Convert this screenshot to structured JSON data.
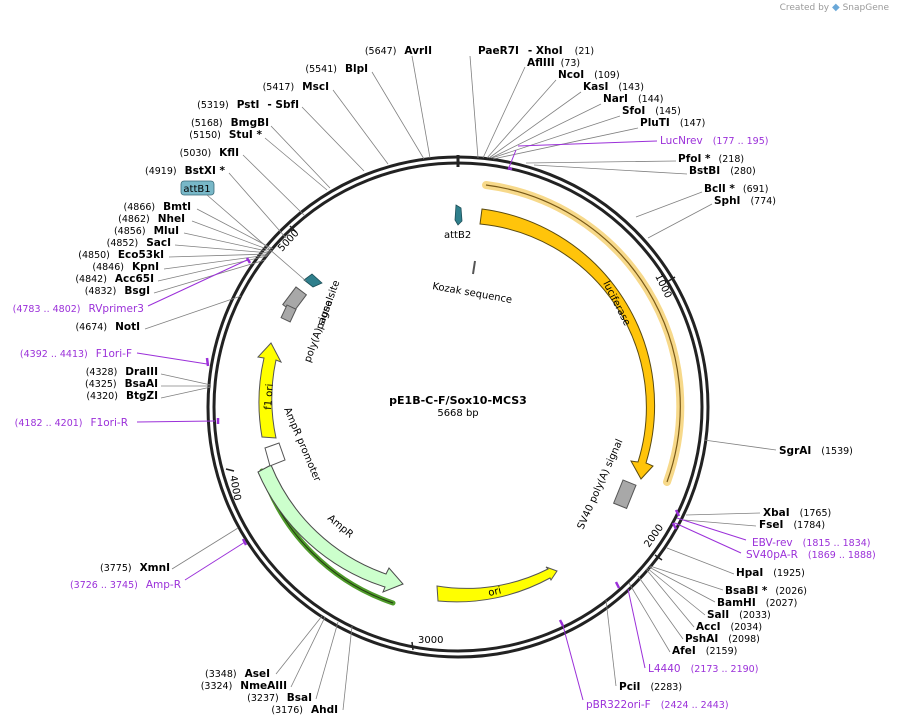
{
  "credit": {
    "prefix": "Created by",
    "brand": "SnapGene"
  },
  "map": {
    "name": "pE1B-C-F/Sox10-MCS3",
    "length": "5668 bp"
  },
  "ticks": [
    {
      "label": "1000",
      "pos": 1000
    },
    {
      "label": "2000",
      "pos": 2000
    },
    {
      "label": "3000",
      "pos": 3000
    },
    {
      "label": "4000",
      "pos": 4000
    },
    {
      "label": "5000",
      "pos": 5000
    }
  ],
  "sites": [
    {
      "name": "PaeR7I",
      "name2": "- XhoI",
      "pos": "(21)",
      "side": "right",
      "tag": "paer7i"
    },
    {
      "name": "AflIII",
      "pos": "(73)",
      "side": "right",
      "tag": "afliii"
    },
    {
      "name": "NcoI",
      "pos": "(109)",
      "side": "right",
      "tag": "ncoi"
    },
    {
      "name": "KasI",
      "pos": "(143)",
      "side": "right",
      "tag": "kasi"
    },
    {
      "name": "NarI",
      "pos": "(144)",
      "side": "right",
      "tag": "nari"
    },
    {
      "name": "SfoI",
      "pos": "(145)",
      "side": "right",
      "tag": "sfoi"
    },
    {
      "name": "PluTI",
      "pos": "(147)",
      "side": "right",
      "tag": "pluti"
    },
    {
      "name": "PfoI *",
      "pos": "(218)",
      "side": "right",
      "tag": "pfoi"
    },
    {
      "name": "BstBI",
      "pos": "(280)",
      "side": "right",
      "tag": "bstbi"
    },
    {
      "name": "BclI *",
      "pos": "(691)",
      "side": "right",
      "tag": "bcli"
    },
    {
      "name": "SphI",
      "pos": "(774)",
      "side": "right",
      "tag": "sphi"
    },
    {
      "name": "SgrAI",
      "pos": "(1539)",
      "side": "right",
      "tag": "sgrai"
    },
    {
      "name": "XbaI",
      "pos": "(1765)",
      "side": "right",
      "tag": "xbai"
    },
    {
      "name": "FseI",
      "pos": "(1784)",
      "side": "right",
      "tag": "fsei"
    },
    {
      "name": "HpaI",
      "pos": "(1925)",
      "side": "right",
      "tag": "hpai"
    },
    {
      "name": "BsaBI *",
      "pos": "(2026)",
      "side": "right",
      "tag": "bsabi"
    },
    {
      "name": "BamHI",
      "pos": "(2027)",
      "side": "right",
      "tag": "bamhi"
    },
    {
      "name": "SalI",
      "pos": "(2033)",
      "side": "right",
      "tag": "sali"
    },
    {
      "name": "AccI",
      "pos": "(2034)",
      "side": "right",
      "tag": "acci"
    },
    {
      "name": "PshAI",
      "pos": "(2098)",
      "side": "right",
      "tag": "pshai"
    },
    {
      "name": "AfeI",
      "pos": "(2159)",
      "side": "right",
      "tag": "afei"
    },
    {
      "name": "PciI",
      "pos": "(2283)",
      "side": "right",
      "tag": "pcii"
    },
    {
      "name": "AvrII",
      "pos": "(5647)",
      "side": "left",
      "tag": "avrii"
    },
    {
      "name": "BlpI",
      "pos": "(5541)",
      "side": "left",
      "tag": "blpi"
    },
    {
      "name": "MscI",
      "pos": "(5417)",
      "side": "left",
      "tag": "msci"
    },
    {
      "name": "PstI",
      "name2": "- SbfI",
      "pos": "(5319)",
      "side": "left",
      "tag": "psti"
    },
    {
      "name": "BmgBI",
      "pos": "(5168)",
      "side": "left",
      "tag": "bmgbi"
    },
    {
      "name": "StuI *",
      "pos": "(5150)",
      "side": "left",
      "tag": "stui"
    },
    {
      "name": "KflI",
      "pos": "(5030)",
      "side": "left",
      "tag": "kfli"
    },
    {
      "name": "BstXI *",
      "pos": "(4919)",
      "side": "left",
      "tag": "bstxi"
    },
    {
      "name": "BmtI",
      "pos": "(4866)",
      "side": "left",
      "tag": "bmti"
    },
    {
      "name": "NheI",
      "pos": "(4862)",
      "side": "left",
      "tag": "nhei"
    },
    {
      "name": "MluI",
      "pos": "(4856)",
      "side": "left",
      "tag": "mlui"
    },
    {
      "name": "SacI",
      "pos": "(4852)",
      "side": "left",
      "tag": "saci"
    },
    {
      "name": "Eco53kI",
      "pos": "(4850)",
      "side": "left",
      "tag": "eco53ki"
    },
    {
      "name": "KpnI",
      "pos": "(4846)",
      "side": "left",
      "tag": "kpni"
    },
    {
      "name": "Acc65I",
      "pos": "(4842)",
      "side": "left",
      "tag": "acc65i"
    },
    {
      "name": "BsgI",
      "pos": "(4832)",
      "side": "left",
      "tag": "bsgi"
    },
    {
      "name": "NotI",
      "pos": "(4674)",
      "side": "left",
      "tag": "noti"
    },
    {
      "name": "DraIII",
      "pos": "(4328)",
      "side": "left",
      "tag": "draiii"
    },
    {
      "name": "BsaAI",
      "pos": "(4325)",
      "side": "left",
      "tag": "bsaai"
    },
    {
      "name": "BtgZI",
      "pos": "(4320)",
      "side": "left",
      "tag": "btgzi"
    },
    {
      "name": "XmnI",
      "pos": "(3775)",
      "side": "left",
      "tag": "xmni"
    },
    {
      "name": "AseI",
      "pos": "(3348)",
      "side": "left",
      "tag": "asei"
    },
    {
      "name": "NmeAIII",
      "pos": "(3324)",
      "side": "left",
      "tag": "nmeaiii"
    },
    {
      "name": "BsaI",
      "pos": "(3237)",
      "side": "left",
      "tag": "bsai"
    },
    {
      "name": "AhdI",
      "pos": "(3176)",
      "side": "left",
      "tag": "ahdi"
    }
  ],
  "primers": [
    {
      "name": "LucNrev",
      "pos": "(177 .. 195)",
      "side": "right",
      "tag": "lucnrev"
    },
    {
      "name": "EBV-rev",
      "pos": "(1815 .. 1834)",
      "side": "right",
      "tag": "ebvrev"
    },
    {
      "name": "SV40pA-R",
      "pos": "(1869 .. 1888)",
      "side": "right",
      "tag": "sv40par"
    },
    {
      "name": "L4440",
      "pos": "(2173 .. 2190)",
      "side": "right",
      "tag": "l4440"
    },
    {
      "name": "pBR322ori-F",
      "pos": "(2424 .. 2443)",
      "side": "right",
      "tag": "pbr322orif"
    },
    {
      "name": "RVprimer3",
      "pos": "(4783 .. 4802)",
      "side": "left",
      "tag": "rvprimer3"
    },
    {
      "name": "F1ori-F",
      "pos": "(4392 .. 4413)",
      "side": "left",
      "tag": "f1orif"
    },
    {
      "name": "F1ori-R",
      "pos": "(4182 .. 4201)",
      "side": "left",
      "tag": "f1orir"
    },
    {
      "name": "Amp-R",
      "pos": "(3726 .. 3745)",
      "side": "left",
      "tag": "ampr"
    }
  ],
  "features": {
    "attb1": "attB1",
    "attb2": "attB2",
    "kozak": "Kozak sequence",
    "luciferase": "luciferase",
    "sv40": "SV40 poly(A) signal",
    "ori": "ori",
    "ampr": "AmpR",
    "ampr_promoter": "AmpR promoter",
    "f1ori": "f1 ori",
    "pause": "pause site",
    "polya": "poly(A) signal"
  },
  "colors": {
    "backbone": "#222222",
    "luciferase": "#f2c200",
    "ori": "#ffff00",
    "ampr": "#ccffcc",
    "primer": "#9b30d9",
    "site_lead": "#808080",
    "attb": "#78b8c8"
  }
}
